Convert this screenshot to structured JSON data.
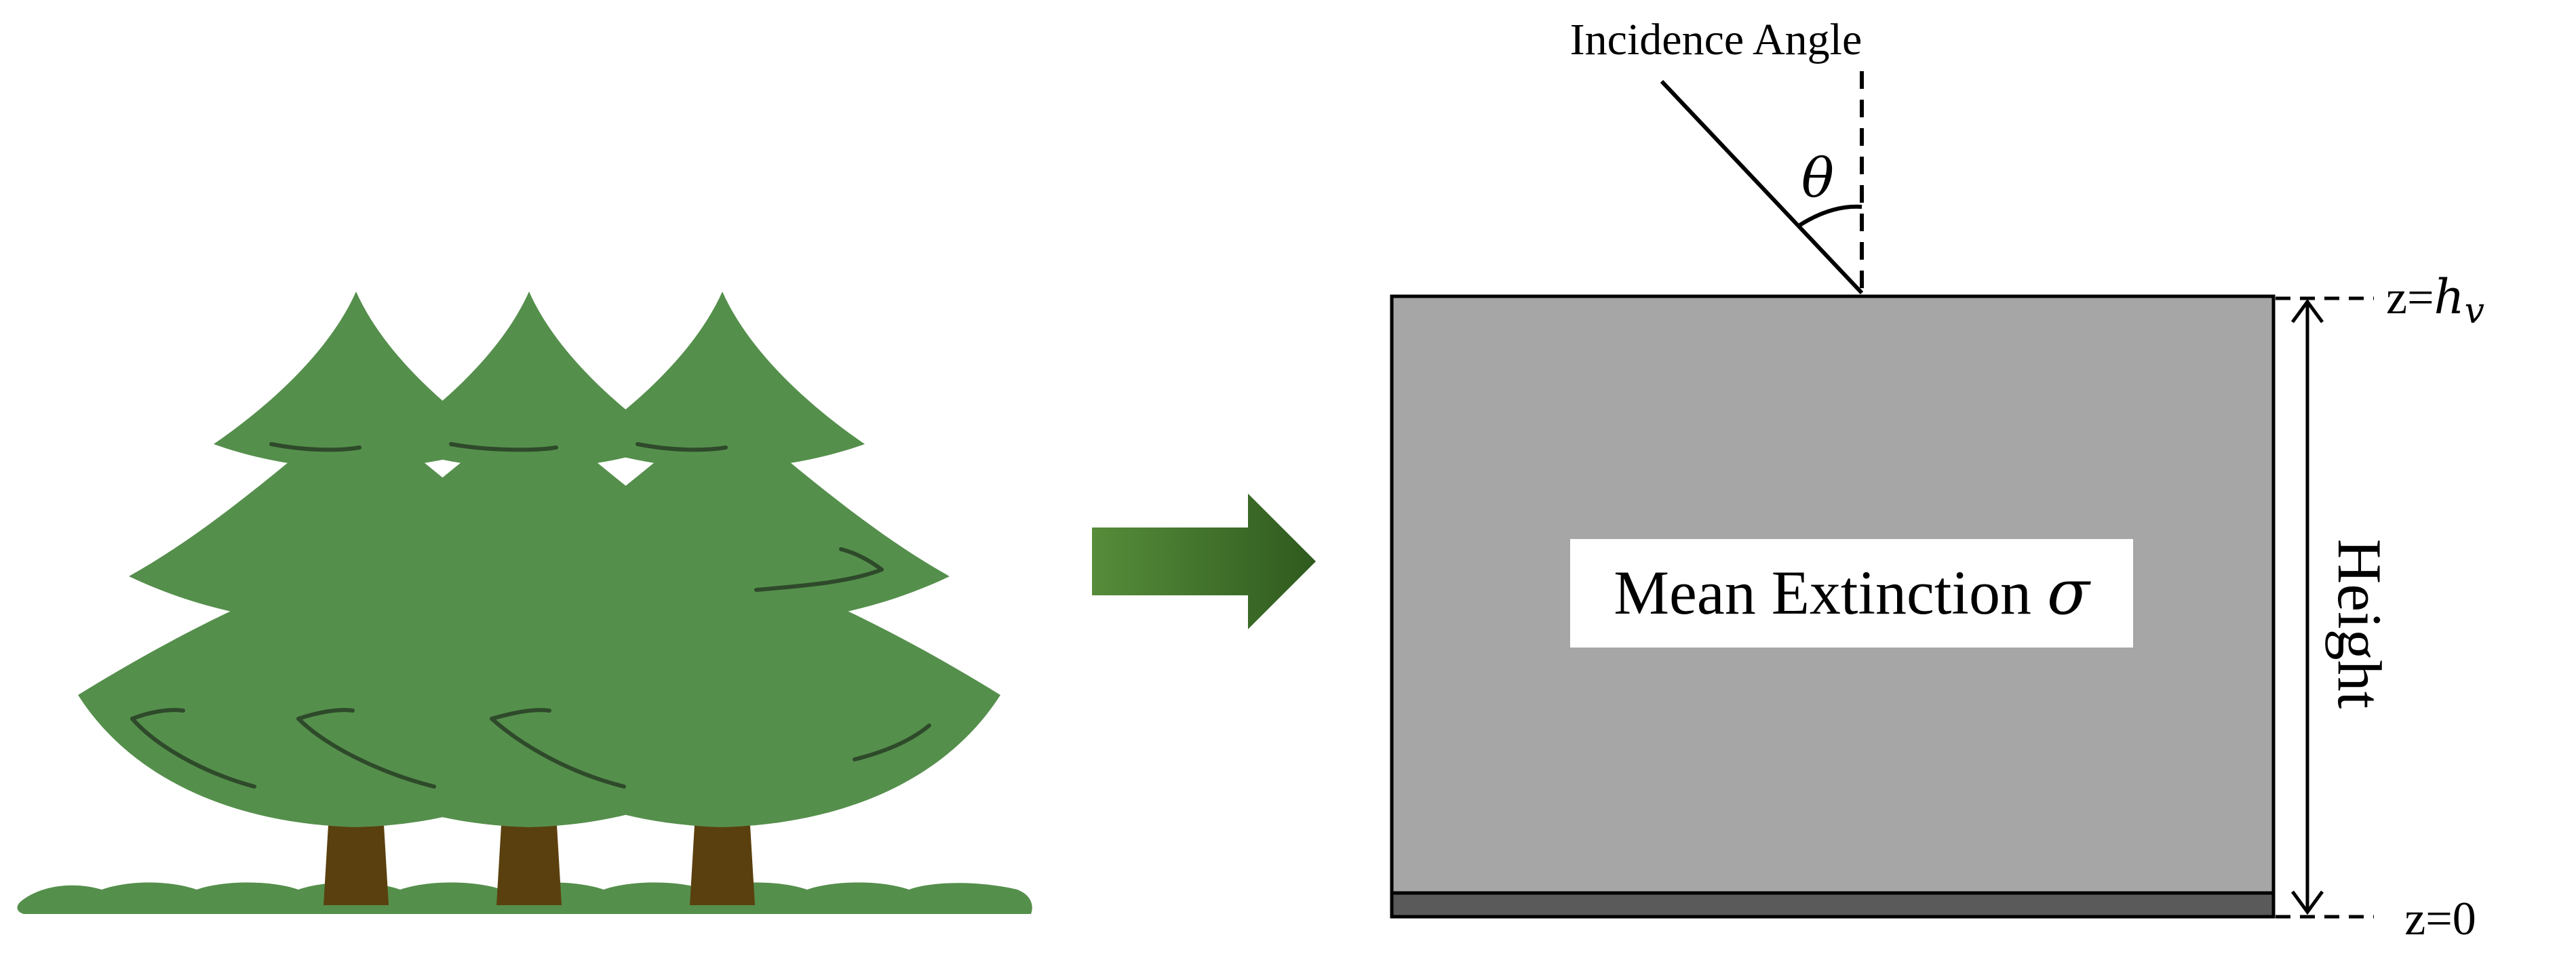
{
  "model": {
    "incidence_label": "Incidence Angle",
    "theta_symbol": "θ",
    "center_label_prefix": "Mean Extinction ",
    "center_label_symbol": "σ",
    "height_label": "Height",
    "top_label_prefix": "z=",
    "top_label_var": "h",
    "top_label_sub": "v",
    "bottom_label": "z=0"
  },
  "colors": {
    "tree_green": "#558F4C",
    "tree_shadow": "#2E4A2A",
    "trunk_brown": "#5A400E",
    "arrow_light": "#568C3A",
    "arrow_dark": "#2F5A1E",
    "layer_gray": "#A6A6A6",
    "ground_dark": "#5A5A5A",
    "outline": "#000000"
  },
  "icons": {
    "forest": "pine-trees-icon",
    "arrow": "right-arrow-icon"
  }
}
